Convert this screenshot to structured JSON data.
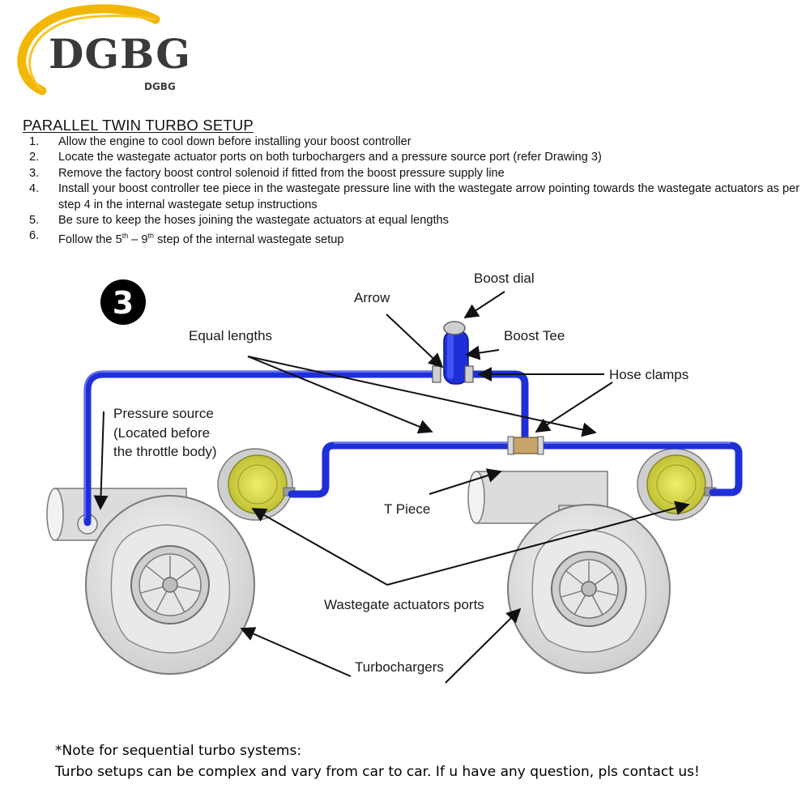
{
  "brand": {
    "logo_text": "DGBG",
    "logo_small_text": "DGBG",
    "logo_arc_color": "#f2b705"
  },
  "title": "PARALLEL TWIN TURBO SETUP",
  "steps": [
    {
      "num": "1.",
      "text": "Allow the engine to cool down before installing your boost controller"
    },
    {
      "num": "2.",
      "text": "Locate the wastegate actuator ports on both turbochargers and a pressure source port (refer Drawing 3)"
    },
    {
      "num": "3.",
      "text": "Remove the factory boost control solenoid if fitted from the boost pressure supply line"
    },
    {
      "num": "4.",
      "text": "Install your boost controller tee piece in the wastegate pressure line with the wastegate arrow pointing towards the wastegate actuators as per step 4 in the internal wastegate setup instructions"
    },
    {
      "num": "5.",
      "text": "Be sure to keep the hoses joining the wastegate actuators at equal lengths"
    },
    {
      "num": "6.",
      "pre": "Follow the 5",
      "sup1": "th",
      "mid": " – 9",
      "sup2": "th",
      "post": " step of the internal wastegate setup"
    }
  ],
  "diagram": {
    "drawing_number": "3",
    "labels": {
      "boost_dial": "Boost dial",
      "arrow": "Arrow",
      "boost_tee": "Boost Tee",
      "equal_lengths": "Equal lengths",
      "hose_clamps": "Hose clamps",
      "pressure_source_1": "Pressure source",
      "pressure_source_2": "(Located before",
      "pressure_source_3": "the throttle body)",
      "t_piece": "T Piece",
      "wastegate_ports": "Wastegate actuators ports",
      "turbochargers": "Turbochargers"
    },
    "colors": {
      "hose": "#1f2fd8",
      "actuator": "#dede3a",
      "turbo_body": "#e4e4e4",
      "outline": "#7a7a7a"
    }
  },
  "note": {
    "line1": "*Note for sequential turbo systems:",
    "line2": "Turbo setups can be complex and vary from car to car. If u have any question, pls contact us!"
  }
}
